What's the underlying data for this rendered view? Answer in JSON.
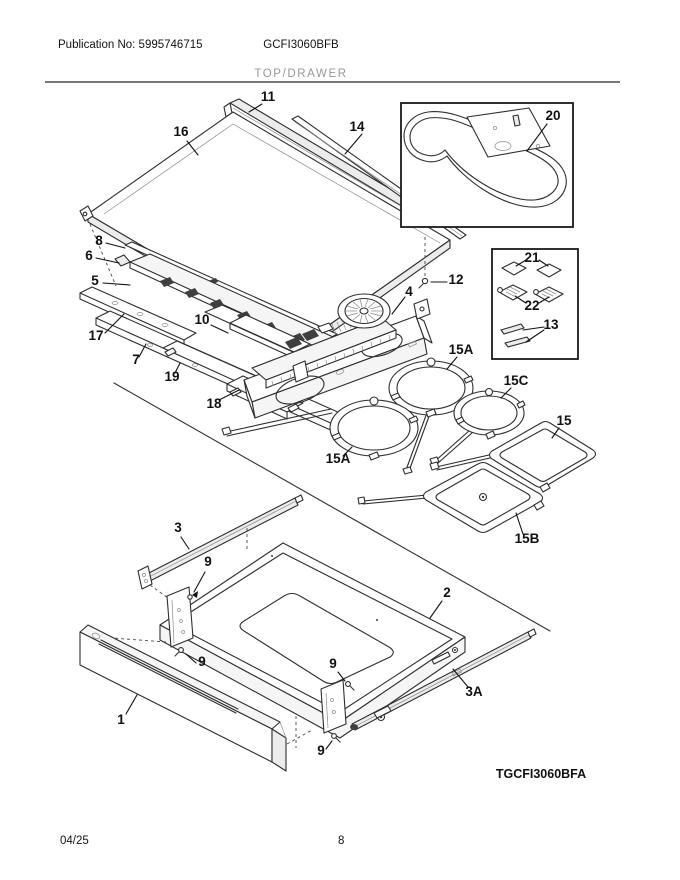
{
  "header": {
    "publication": "Publication No: 5995746715",
    "model": "GCFI3060BFB",
    "section_title": "TOP/DRAWER"
  },
  "footer": {
    "date": "04/25",
    "page": "8"
  },
  "diagram": {
    "code": "TGCFI3060BFA",
    "callouts": [
      {
        "label": "11"
      },
      {
        "label": "16"
      },
      {
        "label": "14"
      },
      {
        "label": "20"
      },
      {
        "label": "8"
      },
      {
        "label": "6"
      },
      {
        "label": "5"
      },
      {
        "label": "17"
      },
      {
        "label": "7"
      },
      {
        "label": "10"
      },
      {
        "label": "19"
      },
      {
        "label": "18"
      },
      {
        "label": "4"
      },
      {
        "label": "12"
      },
      {
        "label": "21"
      },
      {
        "label": "22"
      },
      {
        "label": "13"
      },
      {
        "label": "15A"
      },
      {
        "label": "15C"
      },
      {
        "label": "15"
      },
      {
        "label": "15A"
      },
      {
        "label": "15B"
      },
      {
        "label": "3"
      },
      {
        "label": "9"
      },
      {
        "label": "2"
      },
      {
        "label": "9"
      },
      {
        "label": "9"
      },
      {
        "label": "9"
      },
      {
        "label": "1"
      },
      {
        "label": "3A"
      }
    ]
  },
  "colors": {
    "line": "#2e2e2e",
    "section_title_gray": "#979797",
    "paper": "#ffffff"
  }
}
